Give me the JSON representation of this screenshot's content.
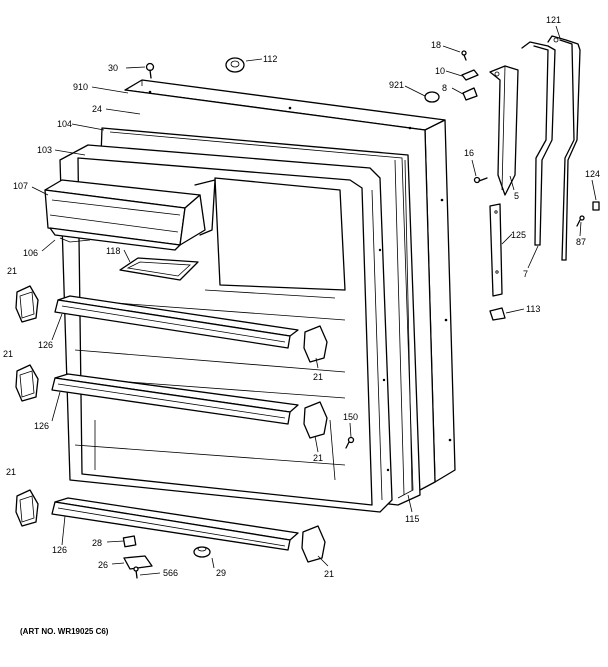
{
  "art_number": "(ART NO. WR19025 C6)",
  "labels": {
    "l30": "30",
    "l112": "112",
    "l910": "910",
    "l24": "24",
    "l104": "104",
    "l103": "103",
    "l107": "107",
    "l106": "106",
    "l118": "118",
    "l21a": "21",
    "l126a": "126",
    "l21b": "21",
    "l126b": "126",
    "l21c": "21",
    "l21d": "21",
    "l126c": "126",
    "l28": "28",
    "l26": "26",
    "l566": "566",
    "l29": "29",
    "l21e": "21",
    "l18": "18",
    "l10": "10",
    "l8": "8",
    "l921": "921",
    "l16": "16",
    "l5": "5",
    "l121": "121",
    "l124": "124",
    "l125": "125",
    "l87": "87",
    "l7": "7",
    "l113": "113",
    "l150": "150",
    "l21f": "21",
    "l115": "115"
  }
}
